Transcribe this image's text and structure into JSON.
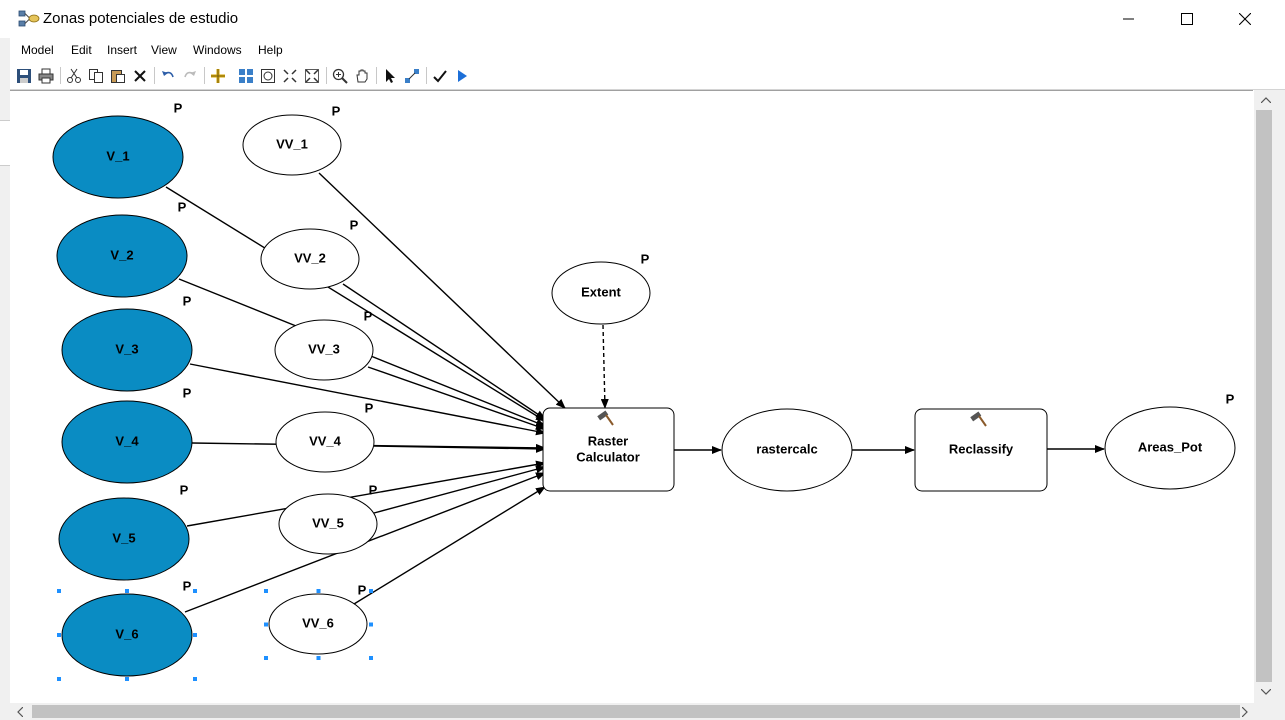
{
  "window": {
    "title": "Zonas potenciales de estudio"
  },
  "menu": [
    "Model",
    "Edit",
    "Insert",
    "View",
    "Windows",
    "Help"
  ],
  "toolbar_icons": [
    "save-icon",
    "print-icon",
    "cut-icon",
    "copy-icon",
    "paste-icon",
    "delete-icon",
    "undo-icon",
    "redo-icon",
    "add-data-icon",
    "auto-layout-icon",
    "full-extent-icon",
    "fixed-zoom-in-icon",
    "fixed-zoom-out-icon",
    "zoom-in-icon",
    "pan-icon",
    "select-icon",
    "connect-icon",
    "validate-icon",
    "run-icon"
  ],
  "colors": {
    "input_fill": "#0a8cc3",
    "selection": "#1e90ff",
    "tool_fill": "#ffffff",
    "stroke": "#000000"
  },
  "diagram": {
    "param_marker": "P",
    "inputs_v": [
      {
        "id": "V_1",
        "label": "V_1"
      },
      {
        "id": "V_2",
        "label": "V_2"
      },
      {
        "id": "V_3",
        "label": "V_3"
      },
      {
        "id": "V_4",
        "label": "V_4"
      },
      {
        "id": "V_5",
        "label": "V_5"
      },
      {
        "id": "V_6",
        "label": "V_6"
      }
    ],
    "inputs_vv": [
      {
        "id": "VV_1",
        "label": "VV_1"
      },
      {
        "id": "VV_2",
        "label": "VV_2"
      },
      {
        "id": "VV_3",
        "label": "VV_3"
      },
      {
        "id": "VV_4",
        "label": "VV_4"
      },
      {
        "id": "VV_5",
        "label": "VV_5"
      },
      {
        "id": "VV_6",
        "label": "VV_6"
      }
    ],
    "extent": {
      "id": "Extent",
      "label": "Extent"
    },
    "tools": [
      {
        "id": "raster_calculator",
        "label_lines": [
          "Raster",
          "Calculator"
        ]
      },
      {
        "id": "reclassify",
        "label_lines": [
          "Reclassify"
        ]
      }
    ],
    "intermediate": {
      "id": "rastercalc",
      "label": "rastercalc"
    },
    "output": {
      "id": "Areas_Pot",
      "label": "Areas_Pot"
    }
  }
}
